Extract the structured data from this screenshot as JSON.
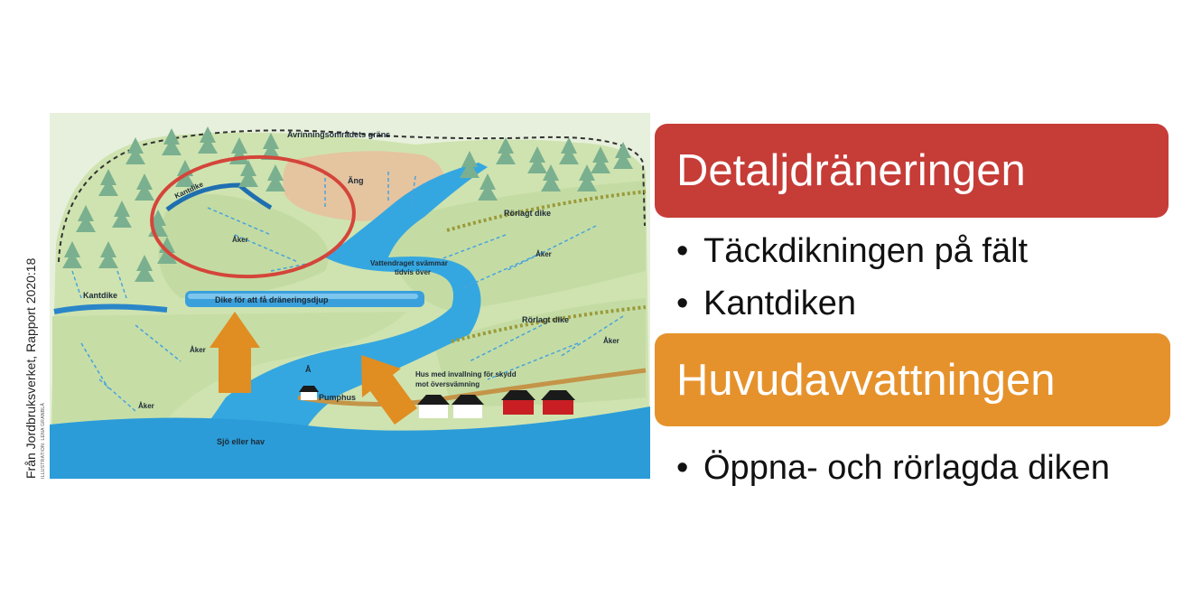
{
  "colors": {
    "detalj_box": "#c63c37",
    "huvud_box": "#e6922c",
    "land": "#cfe3b0",
    "water": "#2b9cd8",
    "ring": "#d4453a",
    "arrow": "#e08d22"
  },
  "diagram": {
    "labels": {
      "watershed": "Avrinningsområdets gräns",
      "meadow": "Äng",
      "kantdike_top": "Kantdike",
      "kantdike_left": "Kantdike",
      "field_1": "Åker",
      "field_2": "Åker",
      "field_3": "Åker",
      "field_4": "Åker",
      "field_5": "Åker",
      "piped_ditch_1": "Rörlagt dike",
      "piped_ditch_2": "Rörlagt dike",
      "flooding_1": "Vattendraget svämmar",
      "flooding_2": "tidvis över",
      "drain_ditch": "Dike för att få dräneringsdjup",
      "river": "Å",
      "pump_house": "Pumphus",
      "houses_1": "Hus med invallning för skydd",
      "houses_2": "mot översvämning",
      "sea": "Sjö eller hav"
    }
  },
  "credit": "Från Jordbruksverket, Rapport 2020:18",
  "illustration_credit": "ILLUSTRATION: LENA GRANBLÅ",
  "section1": {
    "title": "Detaljdräneringen",
    "bullets": [
      "Täckdikningen på fält",
      "Kantdiken"
    ]
  },
  "section2": {
    "title": "Huvudavvattningen",
    "bullets": [
      "Öppna- och rörlagda diken"
    ]
  },
  "bullet_glyph": "•"
}
